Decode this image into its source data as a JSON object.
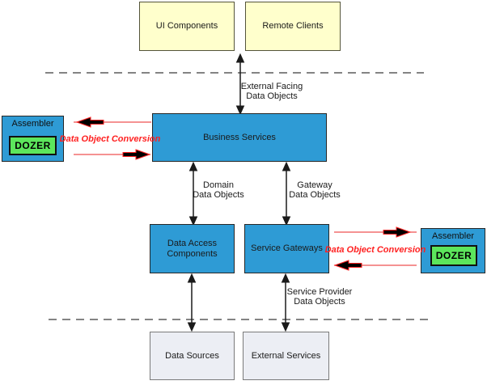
{
  "colors": {
    "box_blue": "#2E9BD5",
    "box_yellow": "#FFFFCC",
    "box_gray": "#ECEEF4",
    "dozer_green": "#5CE65C",
    "conversion_red": "#FF2020",
    "line_black": "#1A1A1A"
  },
  "boxes": {
    "ui_components": "UI Components",
    "remote_clients": "Remote Clients",
    "business_services": "Business Services",
    "data_access_components": "Data Access\nComponents",
    "service_gateways": "Service Gateways",
    "data_sources": "Data Sources",
    "external_services": "External Services",
    "assembler": "Assembler",
    "dozer": "DOZER"
  },
  "labels": {
    "external_facing": "External Facing\nData Objects",
    "domain": "Domain\nData Objects",
    "gateway": "Gateway\nData Objects",
    "service_provider": "Service Provider\nData Objects",
    "conversion_left": "Data Object Conversion",
    "conversion_right": "Data Object Conversion"
  }
}
